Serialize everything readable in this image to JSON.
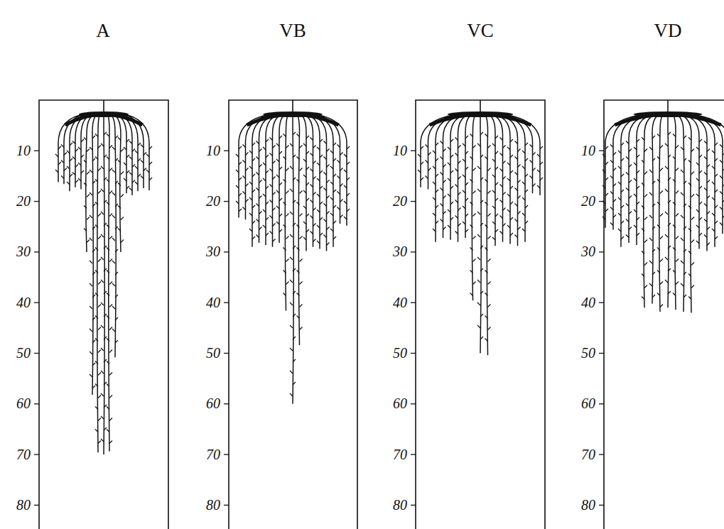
{
  "diagram": {
    "labels": [
      "A",
      "VB",
      "VC",
      "VD",
      "10",
      "20",
      "30",
      "40",
      "50",
      "60",
      "70",
      "80",
      "10",
      "20",
      "30",
      "40",
      "50",
      "60",
      "70",
      "80",
      "10",
      "20",
      "30",
      "40",
      "50",
      "60",
      "70",
      "80",
      "10",
      "20",
      "30",
      "40",
      "50",
      "60",
      "70",
      "80"
    ]
  }
}
